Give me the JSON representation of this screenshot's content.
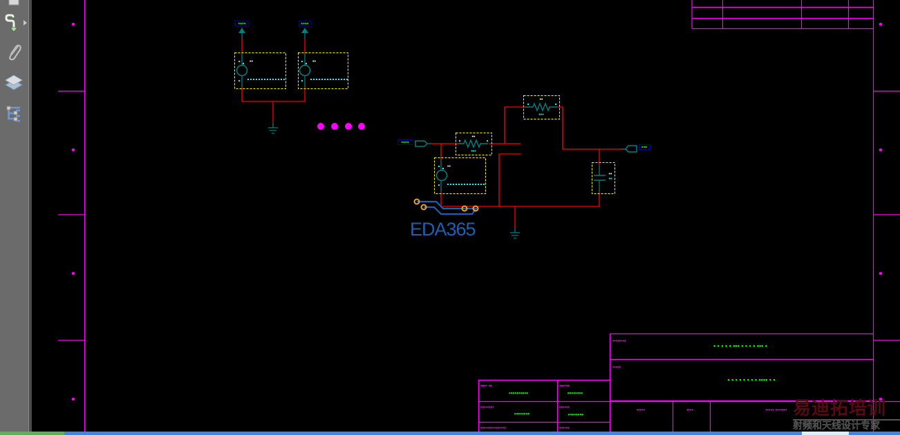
{
  "app": {
    "toolbar": {
      "items": [
        {
          "name": "page-icon",
          "label": ""
        },
        {
          "name": "trace-route-icon",
          "label": "",
          "has_flyout": true
        },
        {
          "name": "attachment-icon",
          "label": ""
        },
        {
          "name": "layers-icon",
          "label": ""
        },
        {
          "name": "hierarchy-icon",
          "label": ""
        }
      ]
    }
  },
  "schematic": {
    "colors": {
      "background": "#000000",
      "border": "#ff00ff",
      "wire": "#ff0000",
      "component": "#007f7f",
      "component_outline": "#ffff00",
      "port_box": "#0000ff",
      "label_green": "#00ff00",
      "label_cyan": "#00ffff",
      "title_block_text": "#ff00ff"
    },
    "greeked_text_note": "All schematic annotations are rendered as dot placeholders (greeked text)",
    "ellipsis_marker": "• • • •",
    "components": [
      {
        "type": "voltage-source",
        "id": "V1",
        "label": "••"
      },
      {
        "type": "voltage-source",
        "id": "V2",
        "label": "••"
      },
      {
        "type": "voltage-source",
        "id": "V3",
        "label": "••"
      },
      {
        "type": "resistor",
        "id": "R1",
        "label": "••",
        "value": "•••"
      },
      {
        "type": "resistor",
        "id": "R2",
        "label": "••",
        "value": "•••"
      },
      {
        "type": "capacitor",
        "id": "C1",
        "label": "••",
        "value": "••"
      }
    ],
    "ports": [
      {
        "id": "P1",
        "label": "••••"
      },
      {
        "id": "P2",
        "label": "••••"
      },
      {
        "id": "IN",
        "label": "••••"
      },
      {
        "id": "OUT",
        "label": "•••"
      }
    ],
    "title_block": {
      "row1_header": "••••••••",
      "row1_value": "• • • • • ••• • • • • ••• •",
      "row2_header": "•••••",
      "row2_value": "• • • • • • • • •••• • •",
      "bottom_cells": [
        "•••••",
        "••••",
        "••••• •••••••",
        "•••••"
      ],
      "left_cells": [
        {
          "header": "•••• ••",
          "value": "••••••••••"
        },
        {
          "header": "••••••••",
          "value": "••••••••"
        },
        {
          "header": "•••••••••••••••",
          "value": ""
        }
      ],
      "mid_cells": [
        {
          "header": "••••••",
          "value": "••••••••"
        },
        {
          "header": "••••••",
          "value": "••••••••"
        },
        {
          "header": "••••••",
          "value": ""
        }
      ]
    }
  },
  "logo": {
    "text": "EDA365"
  },
  "watermark": {
    "title": "易迪拓培训",
    "subtitle": "射频和天线设计专家"
  }
}
